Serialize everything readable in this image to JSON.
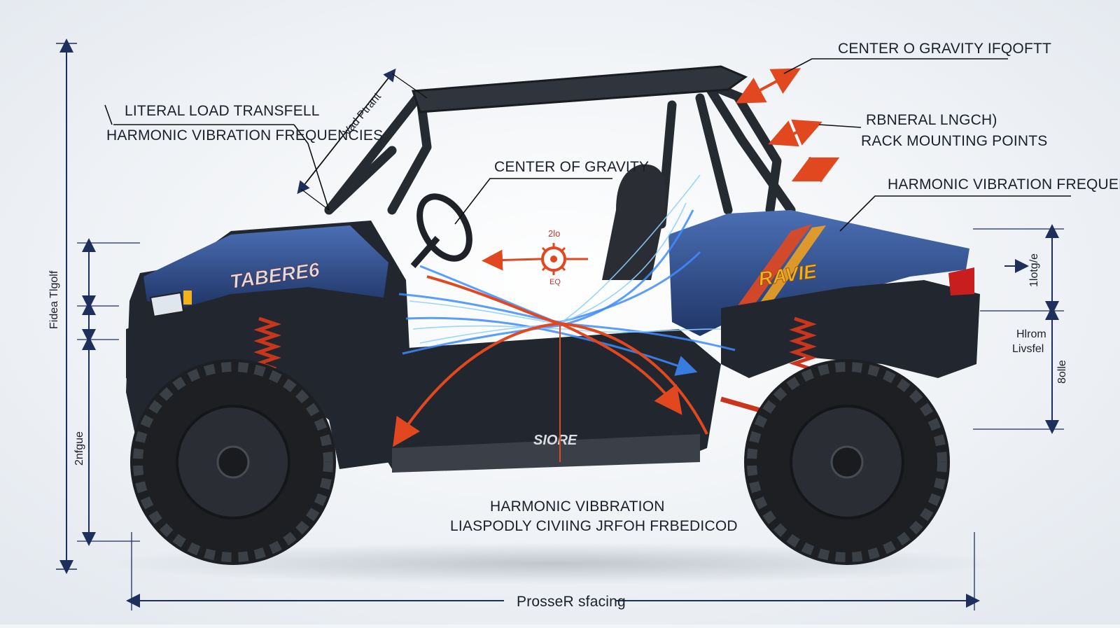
{
  "labels": {
    "lateral_load": "LITERAL LOAD TRANSFELL",
    "harmonic_left": "HARMONIC VIBRATION FREQUENCIES",
    "cog_top": "CENTER O GRAVITY IFQOFTT",
    "rbneral": "RBNERAL LNGCH)",
    "rack_mounting": "RACK MOUNTING POINTS",
    "harmonic_right": "HARMONIC VIBRATION FREQUENCIES",
    "cog_center": "CENTER OF GRAVITY",
    "harmonic_bottom": "HARMONIC VIBBRATION",
    "bottom_line2": "LIASPODLY CIVIING JRFOH FRBEDICOD",
    "roof_dim": "Vad Ptrant",
    "left_vertical": "Fidea Tlgolf",
    "left_lower_vertical": "2nfgue",
    "right_dim_top": "1lotg/e",
    "right_mid_line1": "Hlrom",
    "right_mid_line2": "Livsfel",
    "right_dim_bottom": "8olle",
    "bottom_dim": "ProsseR sfacing",
    "cog_marker_top": "2lo",
    "cog_marker_bottom": "EQ"
  },
  "vehicle": {
    "front_badge": "TABERE6",
    "side_badge": "RAVIE",
    "sill_badge": "SIORE"
  },
  "colors": {
    "body_blue": "#2e4a8a",
    "cage_dark": "#262a31",
    "accent_red": "#e2481f",
    "flow_blue": "#3d8cff",
    "dimension_navy": "#1e2f5c",
    "background": "#f2f5f8"
  }
}
